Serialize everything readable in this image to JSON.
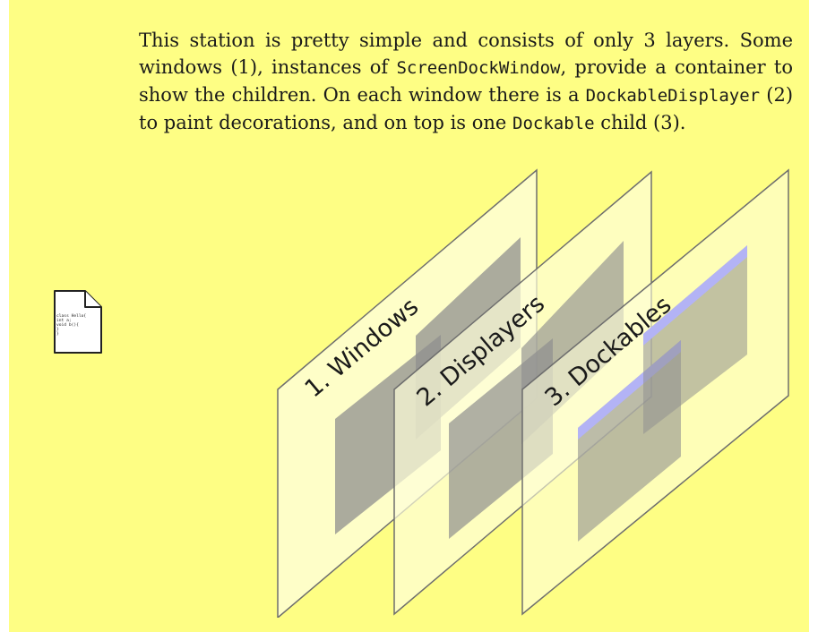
{
  "paragraph": {
    "t1": "This station is pretty simple and consists of only 3 layers. Some windows (1), instances of ",
    "code1": "ScreenDockWindow",
    "t2": ", provide a container to show the children. On each window there is a ",
    "code2": "DockableDisplayer",
    "t3": " (2) to paint decorations, and on top is one ",
    "code3": "Dockable",
    "t4": " child (3)."
  },
  "code_icon": {
    "name": "code-file-icon",
    "lines": [
      "class Hello{",
      "  int a;",
      "  void b(){",
      "  }",
      "}"
    ]
  },
  "diagram": {
    "layers": [
      {
        "label": "1. Windows"
      },
      {
        "label": "2. Displayers"
      },
      {
        "label": "3. Dockables"
      }
    ],
    "colors": {
      "panel_background": "#fefe84",
      "layer_fill": "#fefed9",
      "layer_stroke": "#777777",
      "window_fill": "#999999",
      "title_bar": "#b3b3f5"
    }
  }
}
